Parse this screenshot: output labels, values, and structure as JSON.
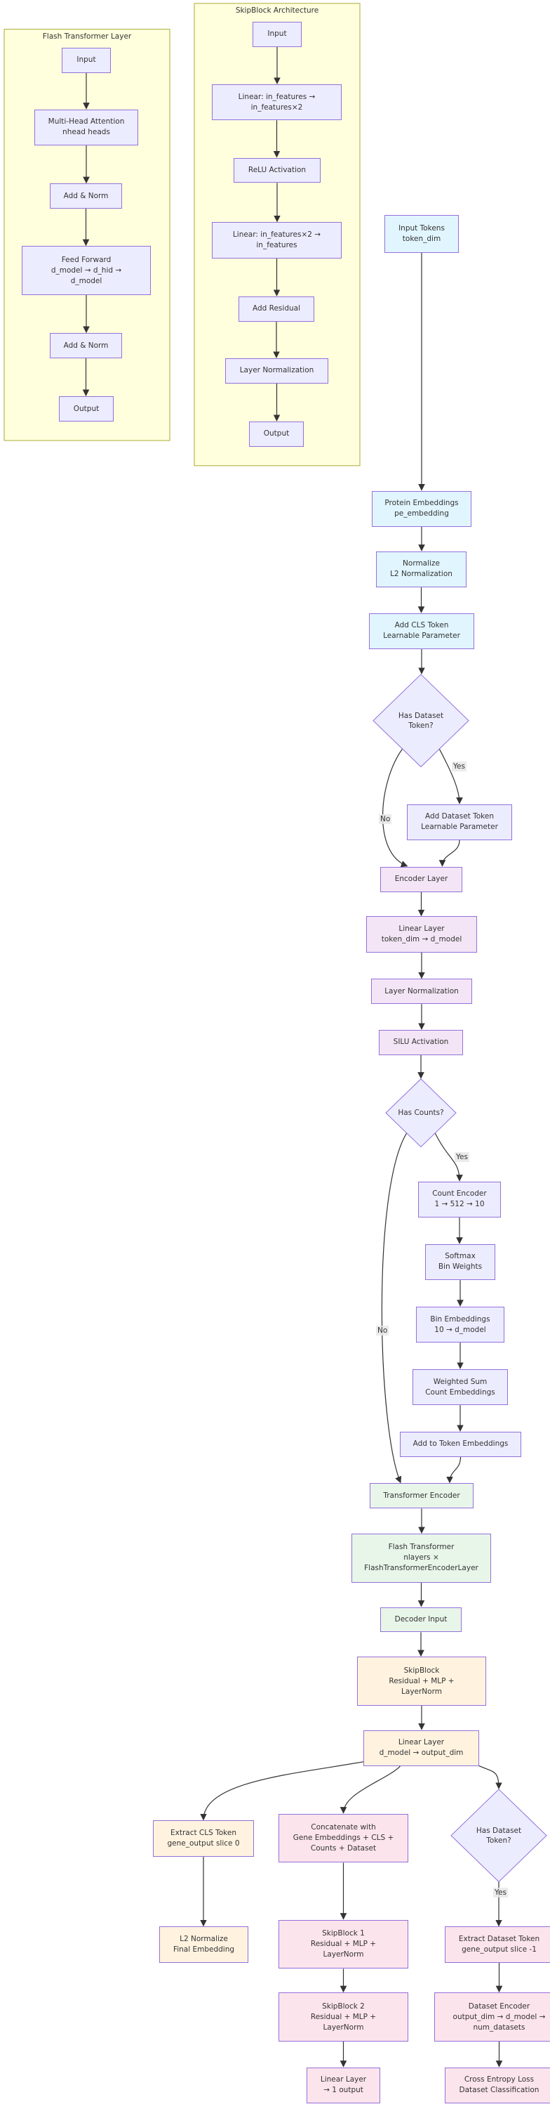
{
  "colors": {
    "default_fill": "#ECECFF",
    "default_stroke": "#9370DB",
    "input_fill": "#E1F5FE",
    "encoder_fill": "#F3E5F5",
    "transformer_fill": "#E8F5E9",
    "decoder_fill": "#FFF3E0",
    "head_fill": "#FCE4EC",
    "subgraph_fill": "#FFFFDE",
    "subgraph_stroke": "#AAAA33",
    "edge": "#333333"
  },
  "subgraphs": {
    "flash": "Flash Transformer Layer",
    "skip": "SkipBlock Architecture"
  },
  "nodes": {
    "f_input": "Input",
    "f_mha": "Multi-Head Attention\nnhead heads",
    "f_norm1": "Add & Norm",
    "f_ff": "Feed Forward\nd_model → d_hid →\nd_model",
    "f_norm2": "Add & Norm",
    "f_output": "Output",
    "s_input": "Input",
    "s_lin1": "Linear: in_features →\nin_features×2",
    "s_relu": "ReLU Activation",
    "s_lin2": "Linear: in_features×2 →\nin_features",
    "s_res": "Add Residual",
    "s_ln": "Layer Normalization",
    "s_output": "Output",
    "tokens": "Input Tokens\ntoken_dim",
    "prot": "Protein Embeddings\npe_embedding",
    "l2": "Normalize\nL2 Normalization",
    "cls": "Add CLS Token\nLearnable Parameter",
    "has_ds": "Has Dataset Token?",
    "add_ds": "Add Dataset Token\nLearnable Parameter",
    "enc": "Encoder Layer",
    "lin": "Linear Layer\ntoken_dim → d_model",
    "ln": "Layer Normalization",
    "silu": "SILU Activation",
    "has_counts": "Has Counts?",
    "cenc": "Count Encoder\n1 → 512 → 10",
    "softmax": "Softmax\nBin Weights",
    "bin": "Bin Embeddings\n10 → d_model",
    "wsum": "Weighted Sum\nCount Embeddings",
    "addtok": "Add to Token Embeddings",
    "te": "Transformer Encoder",
    "ft": "Flash Transformer\nnlayers ×\nFlashTransformerEncoderLayer",
    "dec_in": "Decoder Input",
    "skipb": "SkipBlock\nResidual + MLP +\nLayerNorm",
    "dlin": "Linear Layer\nd_model → output_dim",
    "ext_cls": "Extract CLS Token\ngene_output slice 0",
    "l2final": "L2 Normalize\nFinal Embedding",
    "concat": "Concatenate with\nGene Embeddings + CLS +\nCounts + Dataset",
    "skip1": "SkipBlock 1\nResidual + MLP +\nLayerNorm",
    "skip2": "SkipBlock 2\nResidual + MLP +\nLayerNorm",
    "lin1": "Linear Layer\n→ 1 output",
    "has_ds2": "Has Dataset Token?",
    "ext_ds": "Extract Dataset Token\ngene_output slice -1",
    "ds_enc": "Dataset Encoder\noutput_dim → d_model →\nnum_datasets",
    "ce": "Cross Entropy Loss\nDataset Classification"
  },
  "edge_labels": {
    "yes": "Yes",
    "no": "No"
  }
}
